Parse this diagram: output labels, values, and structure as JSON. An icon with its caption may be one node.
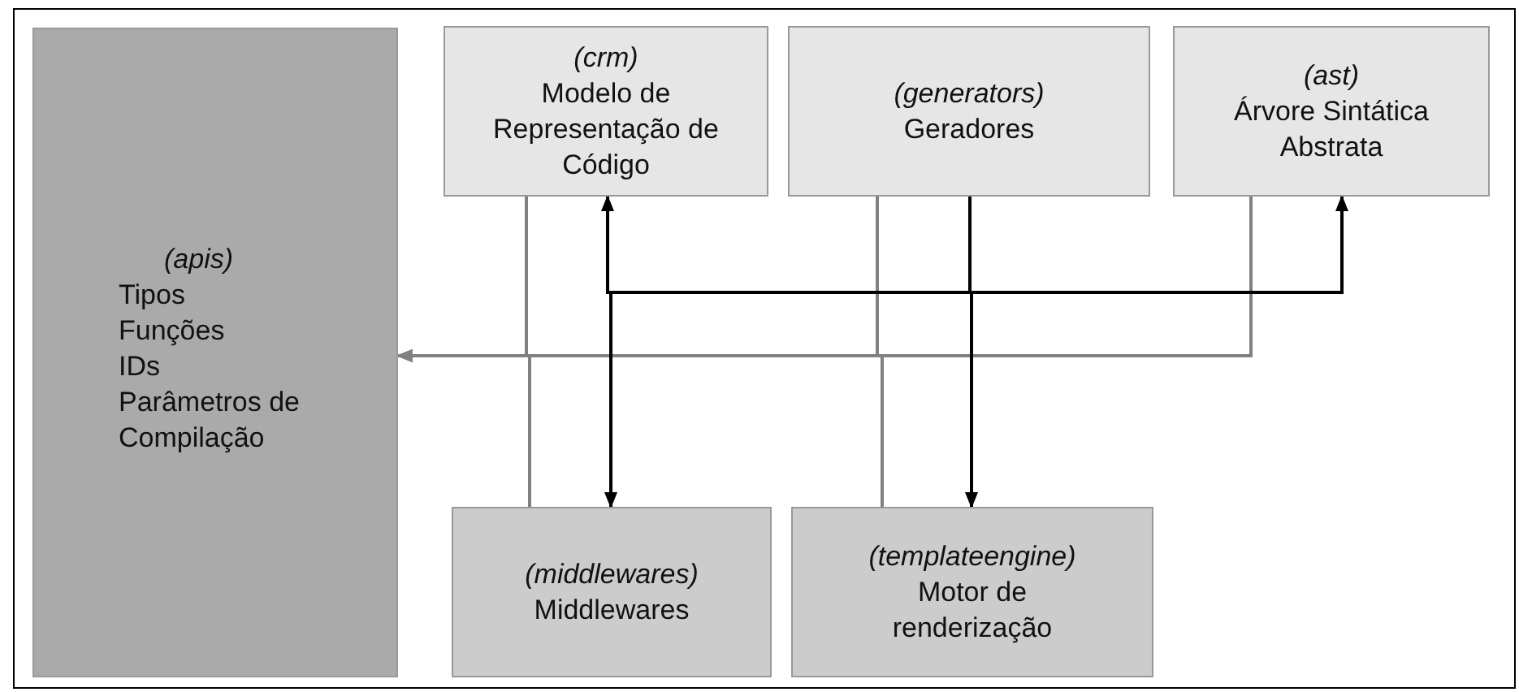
{
  "diagram": {
    "nodes": [
      {
        "text": [
          "(apis)",
          "Tipos",
          "Funções",
          "IDs",
          "Parâmetros de Compilação"
        ]
      },
      {
        "text": [
          "(crm)",
          "Modelo de Representação de Código"
        ]
      },
      {
        "text": [
          "(generators)",
          "Geradores"
        ]
      },
      {
        "text": [
          "(ast)",
          "Árvore Sintática Abstrata"
        ]
      },
      {
        "text": [
          "(middlewares)",
          "Middlewares"
        ]
      },
      {
        "text": [
          "(templateengine)",
          "Motor de renderização"
        ]
      }
    ],
    "edges": [
      {
        "from": 1,
        "to": 0,
        "arrow": "to"
      },
      {
        "from": 4,
        "to": 0,
        "arrow": "to"
      },
      {
        "from": 2,
        "to": 0,
        "arrow": "to"
      },
      {
        "from": 5,
        "to": 0,
        "arrow": "to"
      },
      {
        "from": 3,
        "to": 0,
        "arrow": "to"
      },
      {
        "from": 2,
        "to": 1,
        "arrow": "to",
        "color": "#000000"
      },
      {
        "from": 2,
        "to": 4,
        "arrow": "to",
        "color": "#000000"
      },
      {
        "from": 2,
        "to": 3,
        "arrow": "to",
        "color": "#000000"
      },
      {
        "from": 2,
        "to": 5,
        "arrow": "to",
        "color": "#000000"
      }
    ]
  }
}
